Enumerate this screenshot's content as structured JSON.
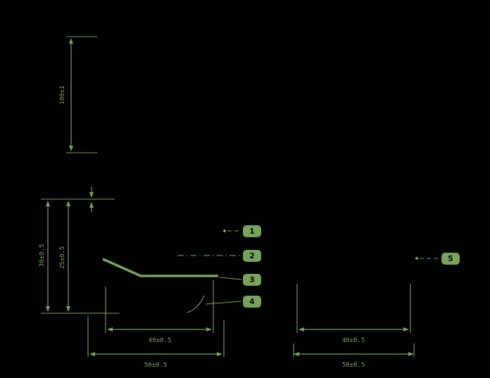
{
  "meta": {
    "type": "technical-cross-section-dimension-diagram"
  },
  "colors": {
    "background": "#000000",
    "annotation_green": "#76a45c",
    "callout_number": "#0b0b0b"
  },
  "callouts": [
    {
      "id": "1"
    },
    {
      "id": "2"
    },
    {
      "id": "3"
    },
    {
      "id": "4"
    },
    {
      "id": "5"
    }
  ],
  "dims": {
    "top_height": "100±1",
    "left_outer": "30±0.5",
    "left_inner": "25±0.5",
    "bottom_left_inner": "40±0.5",
    "bottom_left_outer": "50±0.5",
    "bottom_right_inner": "40±0.5",
    "bottom_right_outer": "50±0.5"
  }
}
